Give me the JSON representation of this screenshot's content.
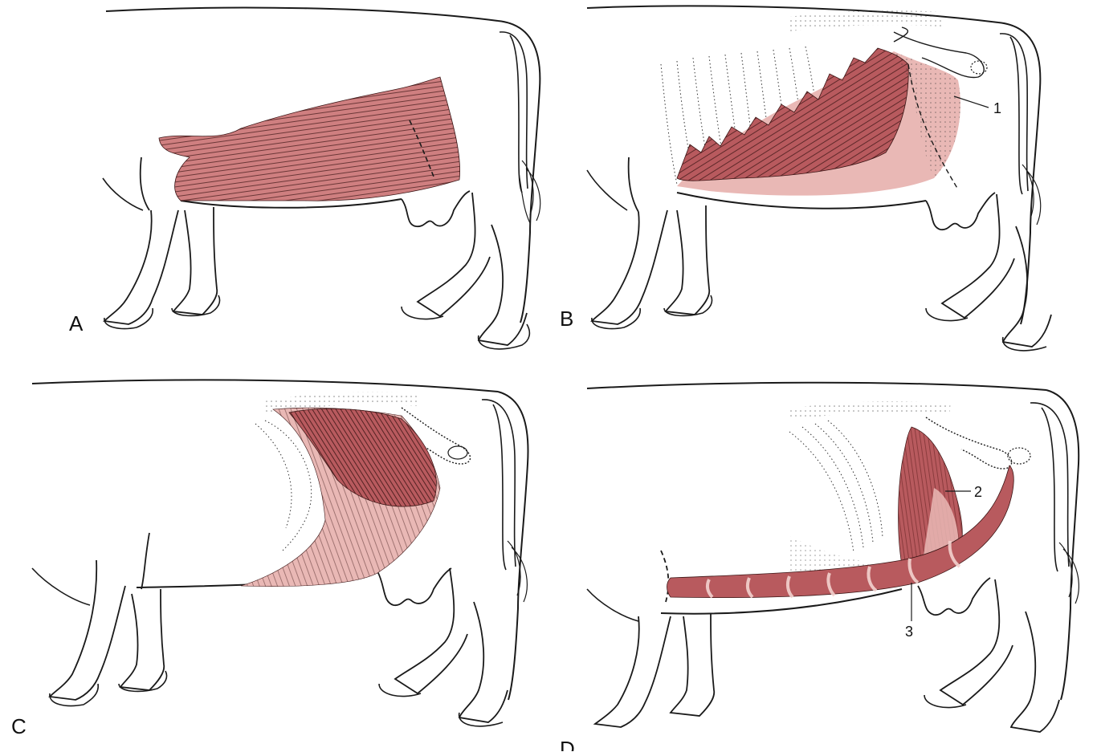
{
  "figure": {
    "panels": [
      {
        "id": "A",
        "letter": "A",
        "callouts": []
      },
      {
        "id": "B",
        "letter": "B",
        "callouts": [
          "1"
        ]
      },
      {
        "id": "C",
        "letter": "C",
        "callouts": []
      },
      {
        "id": "D",
        "letter": "D",
        "callouts": [
          "2",
          "3"
        ]
      }
    ],
    "colors": {
      "outline": "#1a1a1a",
      "muscle_dark": "#b85a5e",
      "muscle_mid": "#cf7f80",
      "muscle_light": "#e9b8b5",
      "fiber": "#3a1414",
      "background": "#ffffff"
    }
  }
}
